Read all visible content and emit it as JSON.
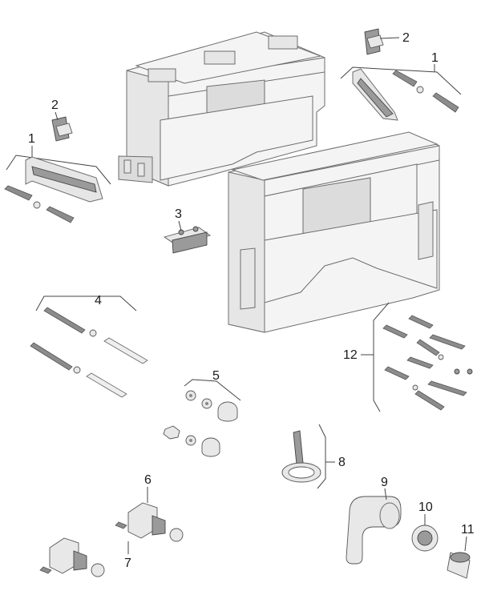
{
  "callouts": {
    "c1a": "1",
    "c1b": "1",
    "c2a": "2",
    "c2b": "2",
    "c3": "3",
    "c4": "4",
    "c5": "5",
    "c6": "6",
    "c7": "7",
    "c8": "8",
    "c9": "9",
    "c10": "10",
    "c11": "11",
    "c12": "12"
  }
}
